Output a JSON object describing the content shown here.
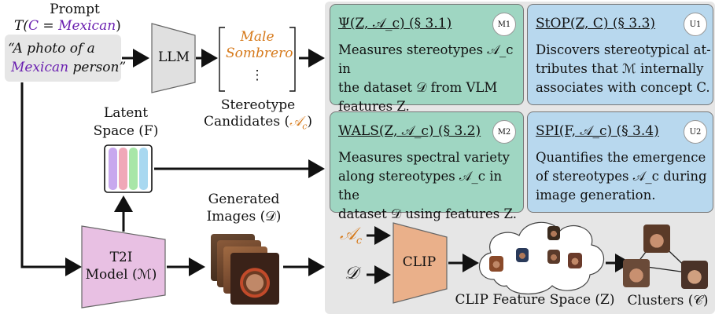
{
  "prompt": {
    "title": "Prompt",
    "concept_prefix": "T(",
    "concept_var": "C",
    "concept_eq": " = ",
    "concept_value": "Mexican",
    "concept_suffix": ")",
    "quote_line1": "“A photo of a",
    "quote_line2_colored": "Mexican",
    "quote_line2_rest": " person”"
  },
  "llm": {
    "label": "LLM"
  },
  "candidates": {
    "item1": "Male",
    "item2": "Sombrero",
    "dots": "⋮",
    "caption_line1": "Stereotype",
    "caption_line2": "Candidates (",
    "caption_symbol": "𝒜",
    "caption_sub": "c",
    "caption_close": ")"
  },
  "latent": {
    "line1": "Latent",
    "line2": "Space (F)"
  },
  "t2i": {
    "line1": "T2I",
    "line2": "Model (ℳ)"
  },
  "generated": {
    "line1": "Generated",
    "line2": "Images (𝒟)"
  },
  "cards": {
    "m1": {
      "badge": "M1",
      "head": "Ψ(Z, 𝒜_c) (§ 3.1)",
      "body": [
        "Measures stereotypes 𝒜_c in",
        "the dataset 𝒟 from VLM",
        "features Z."
      ]
    },
    "u1": {
      "badge": "U1",
      "head": "StOP(Z, C) (§ 3.3)",
      "body": [
        "Discovers stereotypical at-",
        "tributes that ℳ internally",
        "associates with concept C."
      ]
    },
    "m2": {
      "badge": "M2",
      "head": "WALS(Z, 𝒜_c) (§ 3.2)",
      "body": [
        "Measures spectral variety",
        "along stereotypes 𝒜_c in the",
        "dataset 𝒟 using features Z."
      ]
    },
    "u2": {
      "badge": "U2",
      "head": "SPI(F, 𝒜_c) (§ 3.4)",
      "body": [
        "Quantifies the emergence",
        "of stereotypes 𝒜_c during",
        "image generation."
      ]
    }
  },
  "clip": {
    "input_a": "𝒜",
    "input_a_sub": "c",
    "input_d": "𝒟",
    "label": "CLIP",
    "feature_space": "CLIP Feature Space (Z)",
    "clusters": "Clusters (𝒞)"
  },
  "colors": {
    "purple": "#6a1fb0",
    "orange": "#d6791a",
    "green_card": "#9fd6c2",
    "blue_card": "#b8d8ee",
    "llm_fill": "#e0e0e0",
    "t2i_fill": "#e8c0e3",
    "clip_fill": "#eab08a"
  }
}
